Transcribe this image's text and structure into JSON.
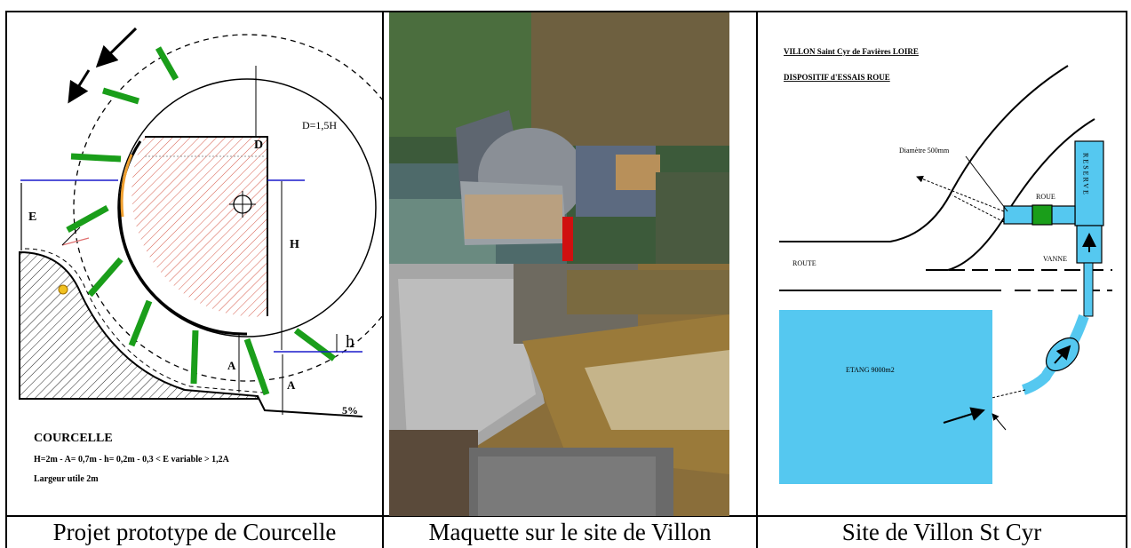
{
  "captions": {
    "left": "Projet prototype de Courcelle",
    "middle": "Maquette sur le site de Villon",
    "right": "Site de Villon St Cyr"
  },
  "courcelle": {
    "label_D": "D",
    "label_D_formula": "D=1,5H",
    "label_E": "E",
    "label_H": "H",
    "label_h": "h",
    "label_A_left": "A",
    "label_A_right": "A",
    "slope": "5%",
    "title": "COURCELLE",
    "params": "H=2m  -  A= 0,7m  -  h=  0,2m   -  0,3 < E variable > 1,2A",
    "width_text": "Largeur utile 2m"
  },
  "villon_site": {
    "title_line1": "VILLON  Saint Cyr  de  Favières  LOIRE",
    "title_line2": "DISPOSITIF  d'ESSAIS  ROUE",
    "diameter": "Diamètre 500mm",
    "roue": "ROUE",
    "reserve": "RESERVE",
    "route": "ROUTE",
    "vanne": "VANNE",
    "etang": "ETANG  9000m2"
  },
  "colors": {
    "blade": "#1a9e1a",
    "water_blue": "#55c8f0",
    "waterline": "#1a1acc",
    "hatch_red": "#d65a4a",
    "orange": "#f0a030"
  }
}
